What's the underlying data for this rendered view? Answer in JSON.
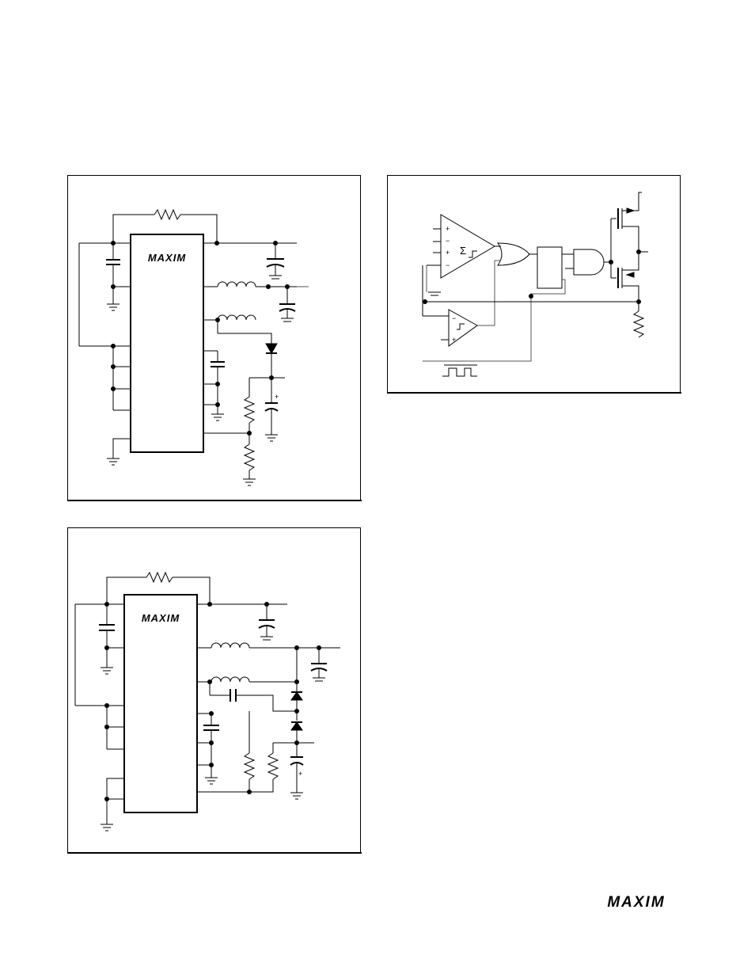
{
  "brand": {
    "logo_text": "MAXIM"
  },
  "figures": [
    {
      "id": "fig1",
      "ic_logo": "MAXIM"
    },
    {
      "id": "fig2",
      "amp_symbol": "Σ",
      "plus": "+",
      "minus": "−"
    },
    {
      "id": "fig3",
      "ic_logo": "MAXIM"
    }
  ],
  "footer": {
    "logo_text": "MAXIM"
  },
  "colors": {
    "ink": "#000000",
    "wire": "#555555",
    "paper": "#ffffff"
  }
}
